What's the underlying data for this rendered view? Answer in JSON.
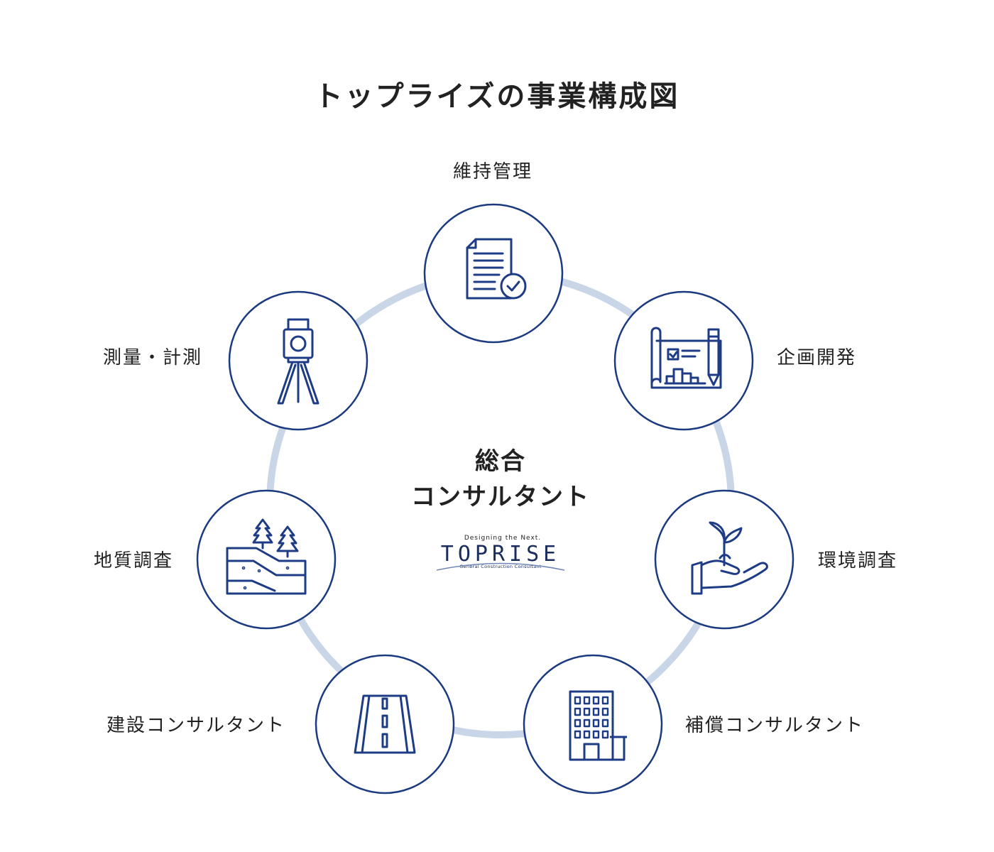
{
  "title": "トップライズの事業構成図",
  "center": {
    "line1": "総合",
    "line2": "コンサルタント"
  },
  "logo": {
    "tagline": "Designing the Next.",
    "brand": "TOPRISE",
    "subtitle": "General Construction Consultant"
  },
  "nodes": [
    {
      "label": "維持管理",
      "icon": "document-check-icon"
    },
    {
      "label": "企画開発",
      "icon": "blueprint-pencil-icon"
    },
    {
      "label": "環境調査",
      "icon": "hand-sprout-icon"
    },
    {
      "label": "補償コンサルタント",
      "icon": "office-building-icon"
    },
    {
      "label": "建設コンサルタント",
      "icon": "road-icon"
    },
    {
      "label": "地質調査",
      "icon": "geology-trees-icon"
    },
    {
      "label": "測量・計測",
      "icon": "surveying-instrument-icon"
    }
  ],
  "colors": {
    "ring": "#c9d6e8",
    "circle_stroke": "#1b3a80",
    "icon_stroke": "#1e3c85",
    "text": "#222222"
  }
}
